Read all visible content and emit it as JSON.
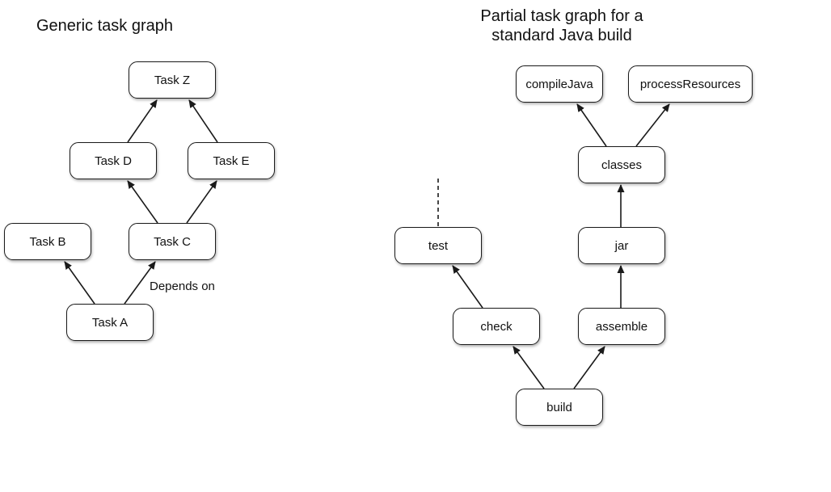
{
  "left_panel": {
    "title": "Generic task graph",
    "nodes": {
      "task_z": "Task Z",
      "task_d": "Task D",
      "task_e": "Task E",
      "task_b": "Task B",
      "task_c": "Task C",
      "task_a": "Task A"
    },
    "edge_label": "Depends on"
  },
  "right_panel": {
    "title_line1": "Partial task graph for a",
    "title_line2": "standard Java build",
    "nodes": {
      "compile_java": "compileJava",
      "process_resources": "processResources",
      "classes": "classes",
      "test": "test",
      "jar": "jar",
      "check": "check",
      "assemble": "assemble",
      "build": "build"
    }
  },
  "colors": {
    "stroke": "#1a1a1a",
    "background": "#ffffff"
  }
}
